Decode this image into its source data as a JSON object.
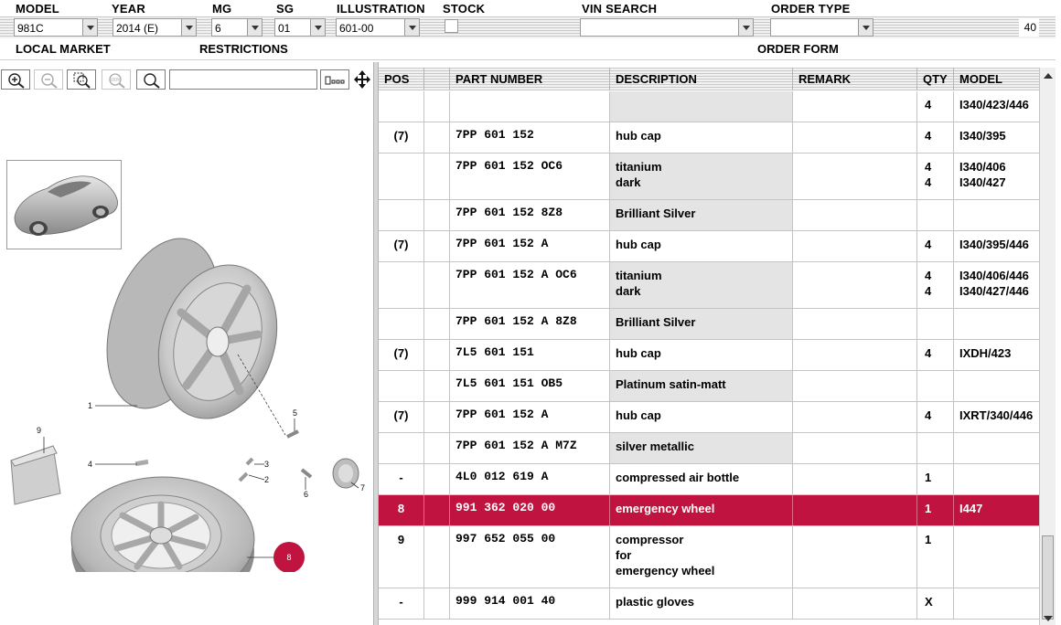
{
  "header": {
    "labels": {
      "model": "MODEL",
      "year": "YEAR",
      "mg": "MG",
      "sg": "SG",
      "illustration": "ILLUSTRATION",
      "stock": "STOCK",
      "vin_search": "VIN SEARCH",
      "order_type": "ORDER TYPE"
    },
    "values": {
      "model": "981C",
      "year": "2014 (E)",
      "mg": "6",
      "sg": "01",
      "illustration": "601-00",
      "vin_search": "",
      "order_type": "",
      "qty": "40"
    },
    "labels2": {
      "local_market": "LOCAL MARKET",
      "restrictions": "RESTRICTIONS",
      "order_form": "ORDER FORM"
    }
  },
  "toolbar": {
    "icons": [
      "zoom-in-icon",
      "zoom-out-icon",
      "zoom-area-icon",
      "zoom-100-icon",
      "search-icon",
      "fit-page-icon",
      "pan-icon"
    ],
    "zoom100_text": "100%",
    "search_value": ""
  },
  "diagram": {
    "callouts": [
      "1",
      "2",
      "3",
      "4",
      "5",
      "6",
      "7",
      "8",
      "9"
    ],
    "highlight_color": "#c0133f"
  },
  "table": {
    "headers": {
      "pos": "POS",
      "part_number": "PART NUMBER",
      "description": "DESCRIPTION",
      "remark": "REMARK",
      "qty": "QTY",
      "model": "MODEL"
    },
    "rows": [
      {
        "pos": "",
        "part": "",
        "desc": "",
        "remark": "",
        "qty": "4",
        "model": "I340/423/446",
        "grey": true
      },
      {
        "pos": "(7)",
        "part": "7PP  601  152",
        "desc": "hub cap",
        "remark": "",
        "qty": "4",
        "model": "I340/395",
        "grey": false
      },
      {
        "pos": "",
        "part": "7PP  601  152     OC6",
        "desc": "titanium\ndark",
        "remark": "",
        "qty": "4\n4",
        "model": "I340/406\nI340/427",
        "grey": true
      },
      {
        "pos": "",
        "part": "7PP  601  152     8Z8",
        "desc": "Brilliant Silver",
        "remark": "",
        "qty": "",
        "model": "",
        "grey": true
      },
      {
        "pos": "(7)",
        "part": "7PP  601  152  A",
        "desc": "hub cap",
        "remark": "",
        "qty": "4",
        "model": "I340/395/446",
        "grey": false
      },
      {
        "pos": "",
        "part": "7PP  601  152  A  OC6",
        "desc": "titanium\ndark",
        "remark": "",
        "qty": "4\n4",
        "model": "I340/406/446\nI340/427/446",
        "grey": true
      },
      {
        "pos": "",
        "part": "7PP  601  152  A  8Z8",
        "desc": "Brilliant Silver",
        "remark": "",
        "qty": "",
        "model": "",
        "grey": true
      },
      {
        "pos": "(7)",
        "part": "7L5  601  151",
        "desc": "hub cap",
        "remark": "",
        "qty": "4",
        "model": "IXDH/423",
        "grey": false
      },
      {
        "pos": "",
        "part": "7L5  601  151     OB5",
        "desc": "Platinum satin-matt",
        "remark": "",
        "qty": "",
        "model": "",
        "grey": true
      },
      {
        "pos": "(7)",
        "part": "7PP  601  152  A",
        "desc": "hub cap",
        "remark": "",
        "qty": "4",
        "model": "IXRT/340/446",
        "grey": false
      },
      {
        "pos": "",
        "part": "7PP  601  152  A  M7Z",
        "desc": "silver metallic",
        "remark": "",
        "qty": "",
        "model": "",
        "grey": true
      },
      {
        "pos": "-",
        "part": "4L0  012  619  A",
        "desc": "compressed air bottle",
        "remark": "",
        "qty": "1",
        "model": "",
        "grey": false
      },
      {
        "pos": "8",
        "part": "991  362  020  00",
        "desc": "emergency wheel",
        "remark": "",
        "qty": "1",
        "model": "I447",
        "grey": false,
        "selected": true
      },
      {
        "pos": "9",
        "part": "997  652  055  00",
        "desc": "compressor\nfor\nemergency wheel",
        "remark": "",
        "qty": "1",
        "model": "",
        "grey": false
      },
      {
        "pos": "-",
        "part": "999  914  001  40",
        "desc": "plastic gloves",
        "remark": "",
        "qty": "X",
        "model": "",
        "grey": false
      }
    ]
  }
}
